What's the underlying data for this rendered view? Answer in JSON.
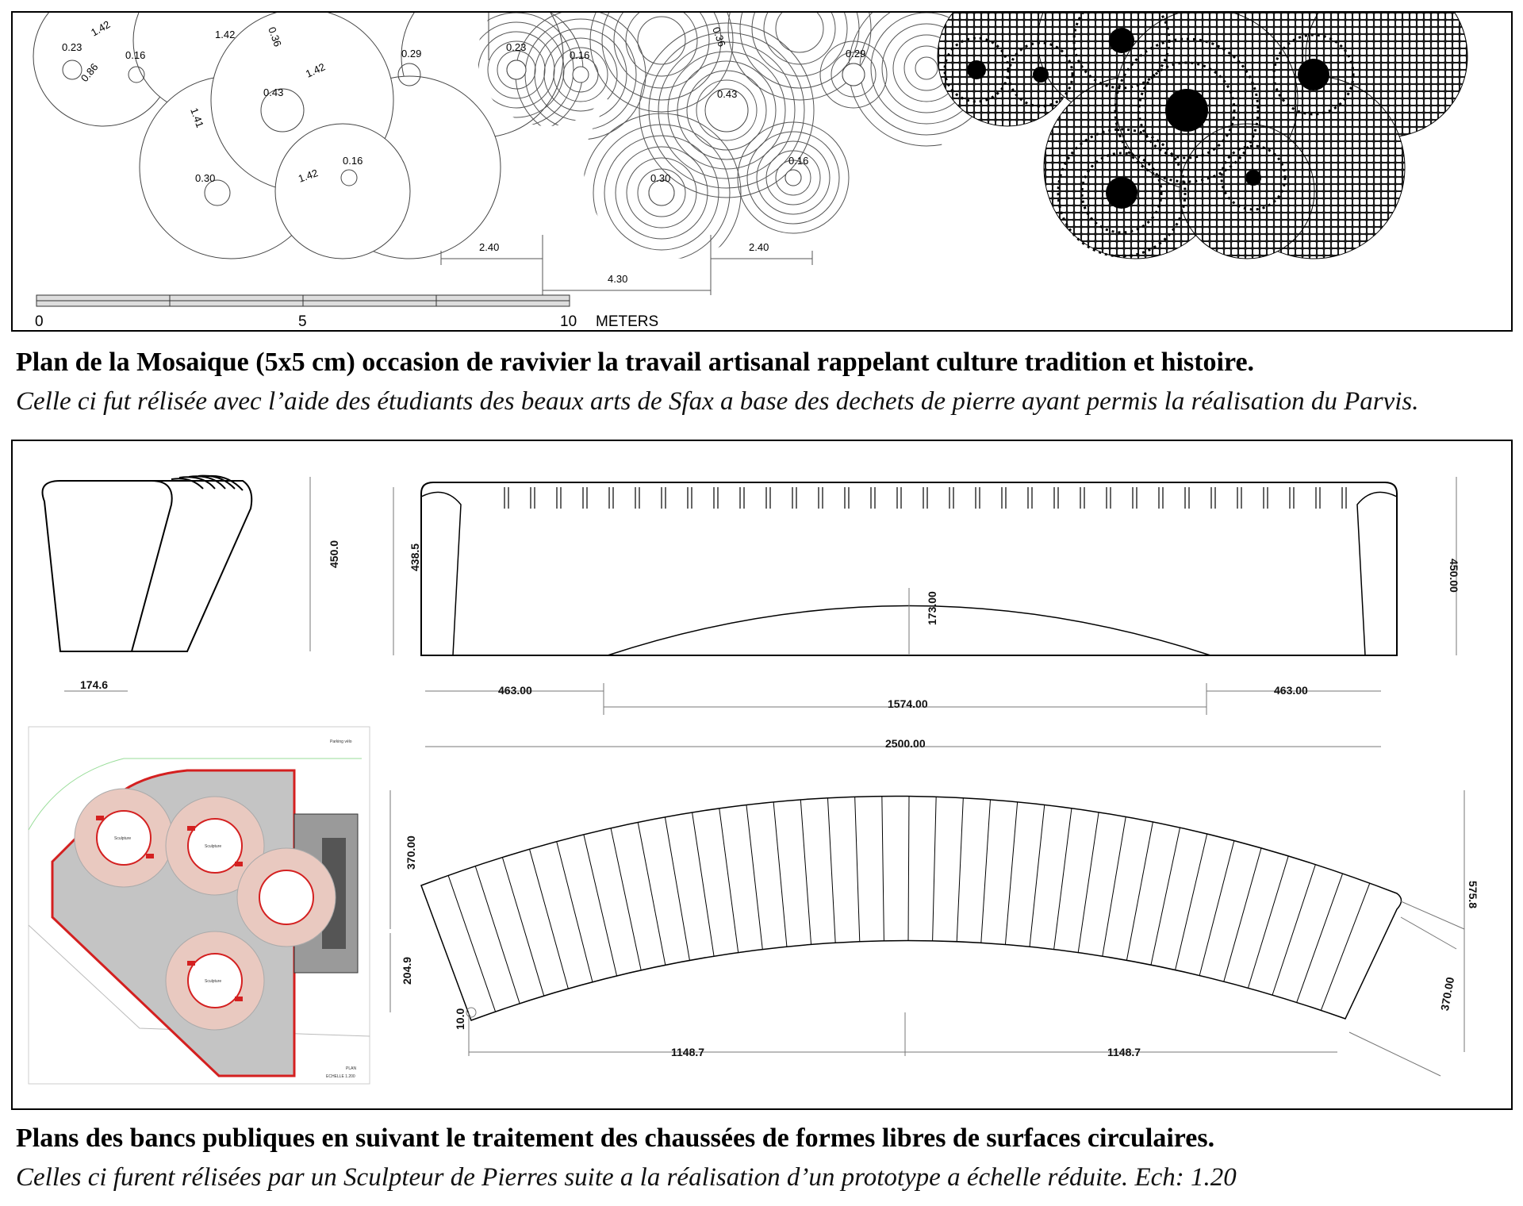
{
  "mosaic": {
    "left_labels": [
      "0.23",
      "1.42",
      "0.16",
      "0.86",
      "1.42",
      "0.36",
      "1.42",
      "0.43",
      "1.41",
      "0.29",
      "0.30",
      "0.16",
      "1.42"
    ],
    "mid_labels": [
      "0.23",
      "0.16",
      "0.36",
      "0.43",
      "0.29",
      "0.30",
      "0.16"
    ],
    "dims": [
      "2.40",
      "2.40",
      "4.30"
    ],
    "scale": {
      "ticks": [
        "0",
        "5",
        "10"
      ],
      "unit": "METERS"
    }
  },
  "caption1": {
    "title": "Plan de la Mosaique (5x5 cm)  occasion de ravivier la travail artisanal rappelant culture tradition et histoire.",
    "subtitle": "Celle ci fut rélisée avec l’aide des étudiants des beaux arts de Sfax a base des dechets de pierre ayant permis la réalisation du Parvis."
  },
  "bench": {
    "side_dims": [
      "450.0",
      "174.6"
    ],
    "elev_dims": [
      "438.5",
      "450.00",
      "173.00",
      "463.00",
      "1574.00",
      "463.00",
      "2500.00"
    ],
    "plan_dims": [
      "370.00",
      "204.9",
      "10.0",
      "1148.7",
      "1148.7",
      "575.8",
      "370.00"
    ],
    "site_plan": {
      "title": "PLAN",
      "scale": "ECHELLE 1.200",
      "label": "Sculpture",
      "small": "Parking vélo"
    }
  },
  "caption2": {
    "title": "Plans des bancs publiques en suivant le traitement  des chaussées  de formes libres de surfaces circulaires.",
    "subtitle": "Celles ci furent rélisées par un Sculpteur de Pierres suite a la réalisation d’un prototype a échelle réduite. Ech: 1.20"
  },
  "colors": {
    "red": "#d42020",
    "pink": "#e9c9c0",
    "gray": "#b9b9b9"
  }
}
